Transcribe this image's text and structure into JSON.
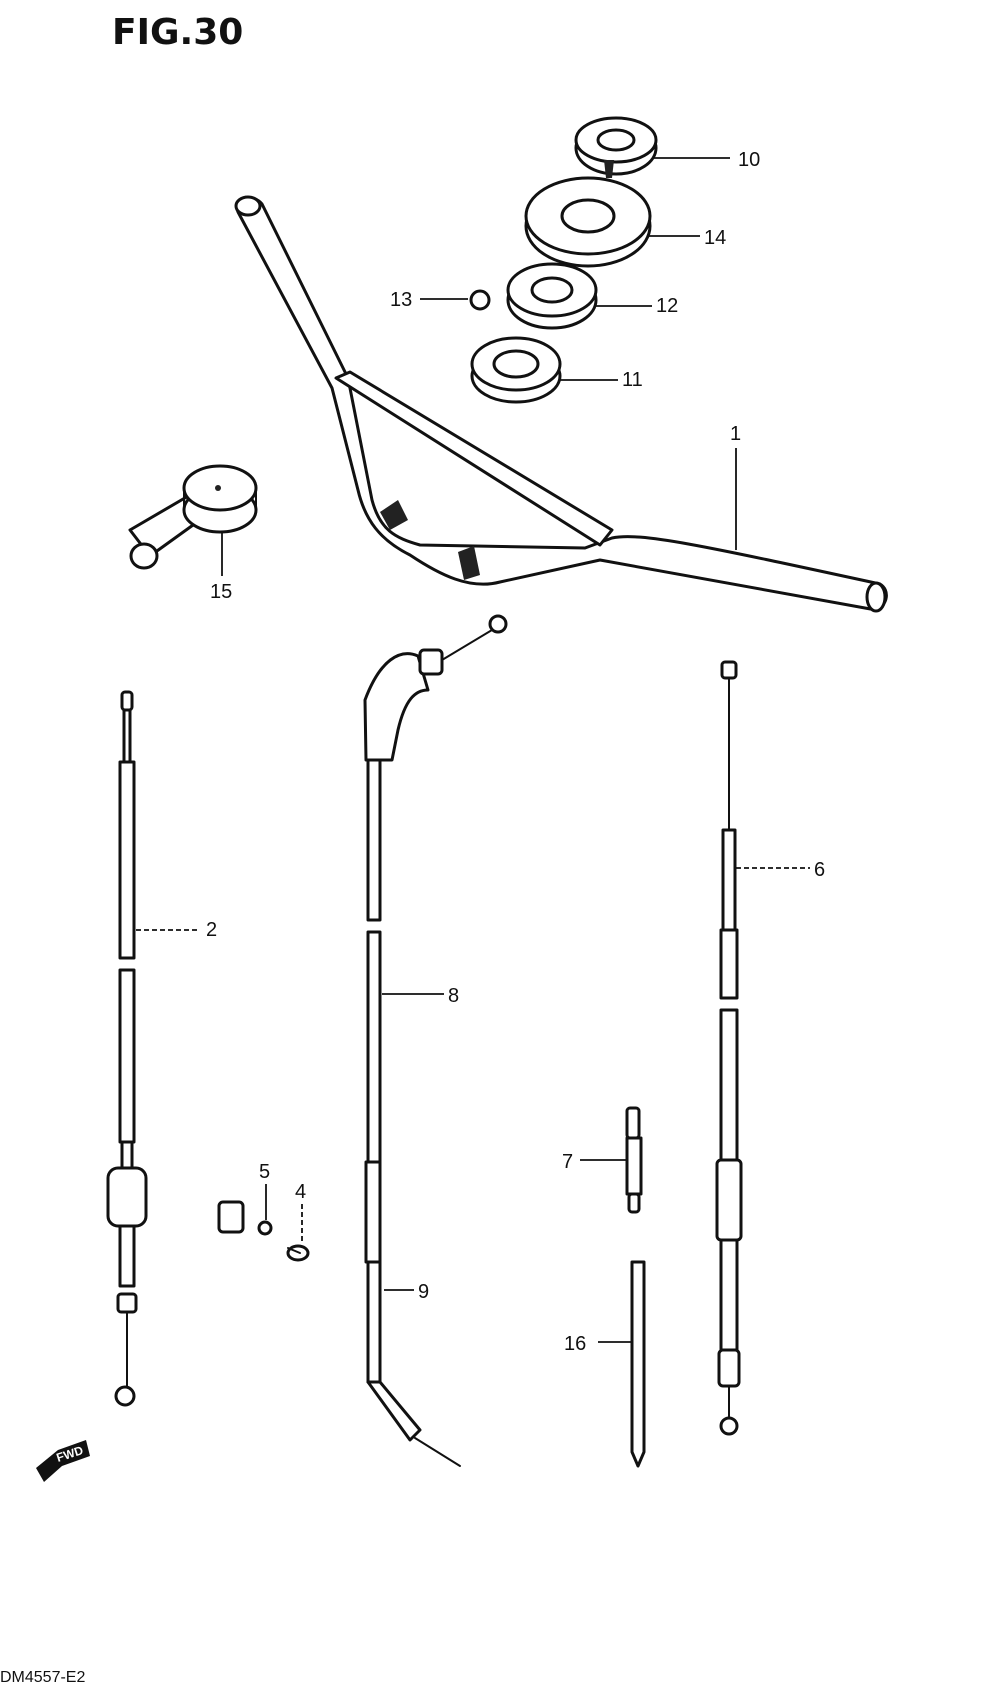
{
  "figure": {
    "title": "FIG.30",
    "footer_code": "DM4557-E2",
    "fwd_label": "FWD"
  },
  "callouts": {
    "c1": "1",
    "c2": "2",
    "c4": "4",
    "c5": "5",
    "c6": "6",
    "c7": "7",
    "c8": "8",
    "c9": "9",
    "c10": "10",
    "c11": "11",
    "c12": "12",
    "c13": "13",
    "c14": "14",
    "c15": "15",
    "c16": "16"
  },
  "colors": {
    "ink": "#111111",
    "paper": "#ffffff"
  }
}
